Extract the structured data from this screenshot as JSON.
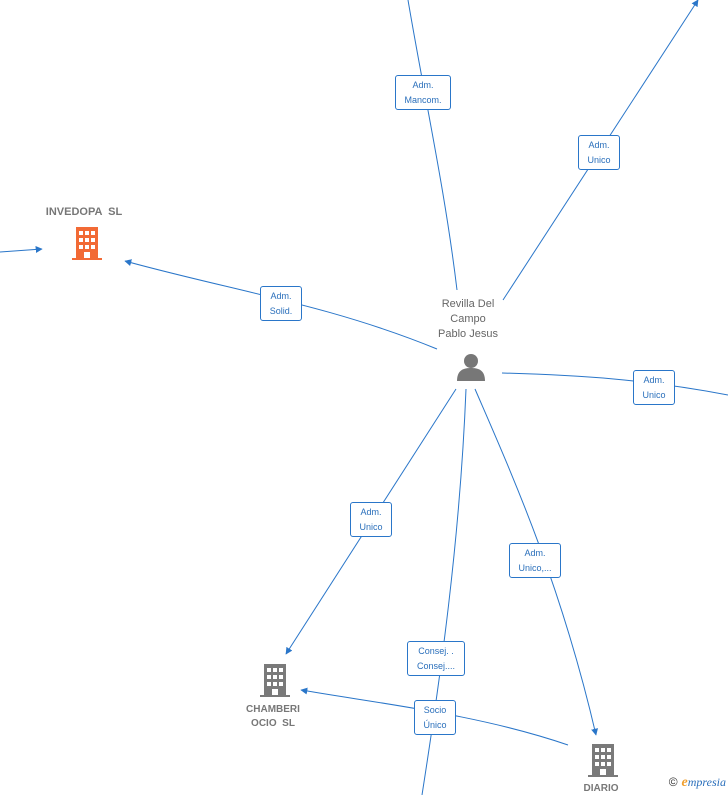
{
  "colors": {
    "edge": "#2a76c9",
    "company_highlight": "#f26a35",
    "company": "#7a7a7a",
    "person": "#777777"
  },
  "nodes": {
    "person": {
      "line1": "Revilla Del",
      "line2": "Campo",
      "line3": "Pablo Jesus",
      "icon": "person-icon"
    },
    "invedopa": {
      "name": "INVEDOPA  SL",
      "icon": "building-icon"
    },
    "chamberi": {
      "line1": "CHAMBERI",
      "line2": "OCIO  SL",
      "icon": "building-icon"
    },
    "diario": {
      "name": "DIARIO",
      "icon": "building-icon"
    }
  },
  "edges": {
    "top_mancom": {
      "line1": "Adm.",
      "line2": "Mancom."
    },
    "top_right_unico": {
      "line1": "Adm.",
      "line2": "Unico"
    },
    "invedopa_solid": {
      "line1": "Adm.",
      "line2": "Solid."
    },
    "right_unico": {
      "line1": "Adm.",
      "line2": "Unico"
    },
    "chamberi_unico": {
      "line1": "Adm.",
      "line2": "Unico"
    },
    "diario_unico": {
      "line1": "Adm.",
      "line2": "Unico,..."
    },
    "bottom_consej": {
      "line1": "Consej. .",
      "line2": "Consej...."
    },
    "socio_unico": {
      "line1": "Socio",
      "line2": "Único"
    }
  },
  "watermark": {
    "copyright": "©",
    "brand_initial": "e",
    "brand_rest": "mpresia"
  }
}
